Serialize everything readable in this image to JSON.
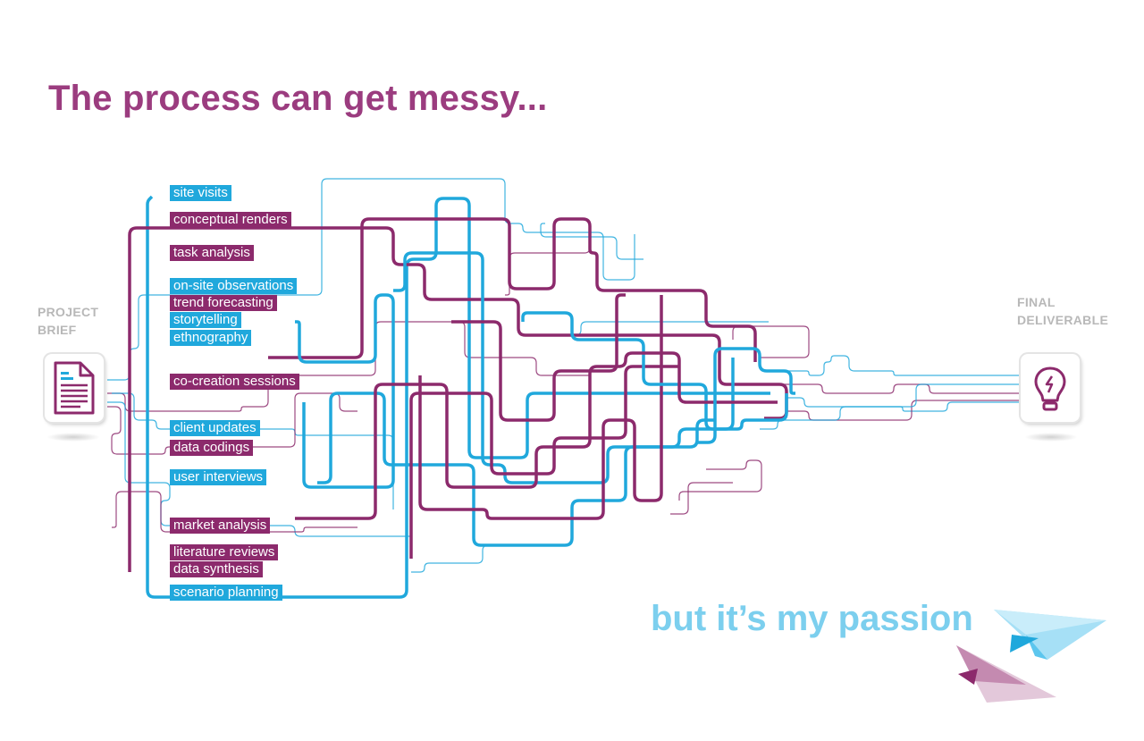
{
  "title": "The process can get messy...",
  "left_label": {
    "line1": "PROJECT",
    "line2": "BRIEF"
  },
  "right_label": {
    "line1": "FINAL",
    "line2": "DELIVERABLE"
  },
  "tags": [
    {
      "text": "site visits",
      "color": "blue"
    },
    {
      "text": "conceptual renders",
      "color": "purple"
    },
    {
      "text": "task analysis",
      "color": "purple"
    },
    {
      "text": "on-site observations",
      "color": "blue"
    },
    {
      "text": "trend forecasting",
      "color": "purple"
    },
    {
      "text": "storytelling",
      "color": "blue"
    },
    {
      "text": "ethnography",
      "color": "blue"
    },
    {
      "text": "co-creation sessions",
      "color": "purple"
    },
    {
      "text": "client updates",
      "color": "blue"
    },
    {
      "text": "data codings",
      "color": "purple"
    },
    {
      "text": "user interviews",
      "color": "blue"
    },
    {
      "text": "market analysis",
      "color": "purple"
    },
    {
      "text": "literature reviews",
      "color": "purple"
    },
    {
      "text": "data synthesis",
      "color": "purple"
    },
    {
      "text": "scenario planning",
      "color": "blue"
    }
  ],
  "tagline": "but it’s my passion",
  "icons": {
    "start": "document-icon",
    "end": "lightbulb-icon",
    "decoration": "paper-plane-icon"
  },
  "colors": {
    "title": "#9b3c7f",
    "blue": "#20a8dc",
    "purple": "#8c2a6c",
    "tagline": "#7ccfee",
    "label_gray": "#b8b8b8"
  }
}
